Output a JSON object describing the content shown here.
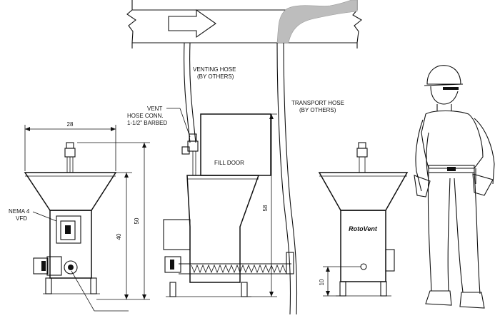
{
  "diagram": {
    "labels": {
      "venting_hose_line1": "VENTING HOSE",
      "venting_hose_line2": "(BY OTHERS)",
      "transport_hose_line1": "TRANSPORT HOSE",
      "transport_hose_line2": "(BY OTHERS)",
      "vent_line1": "VENT",
      "vent_line2": "HOSE CONN.",
      "vent_line3": "1-1/2\" BARBED",
      "fill_door": "FILL DOOR",
      "nema_line1": "NEMA 4",
      "nema_line2": "VFD",
      "brand": "RotoVent"
    },
    "dimensions": {
      "width": "28",
      "hopper_height": "40",
      "overall_height": "50",
      "side_height": "58",
      "outlet_height": "10"
    },
    "colors": {
      "line": "#111111",
      "hose_fill": "#bdbdbd"
    }
  }
}
